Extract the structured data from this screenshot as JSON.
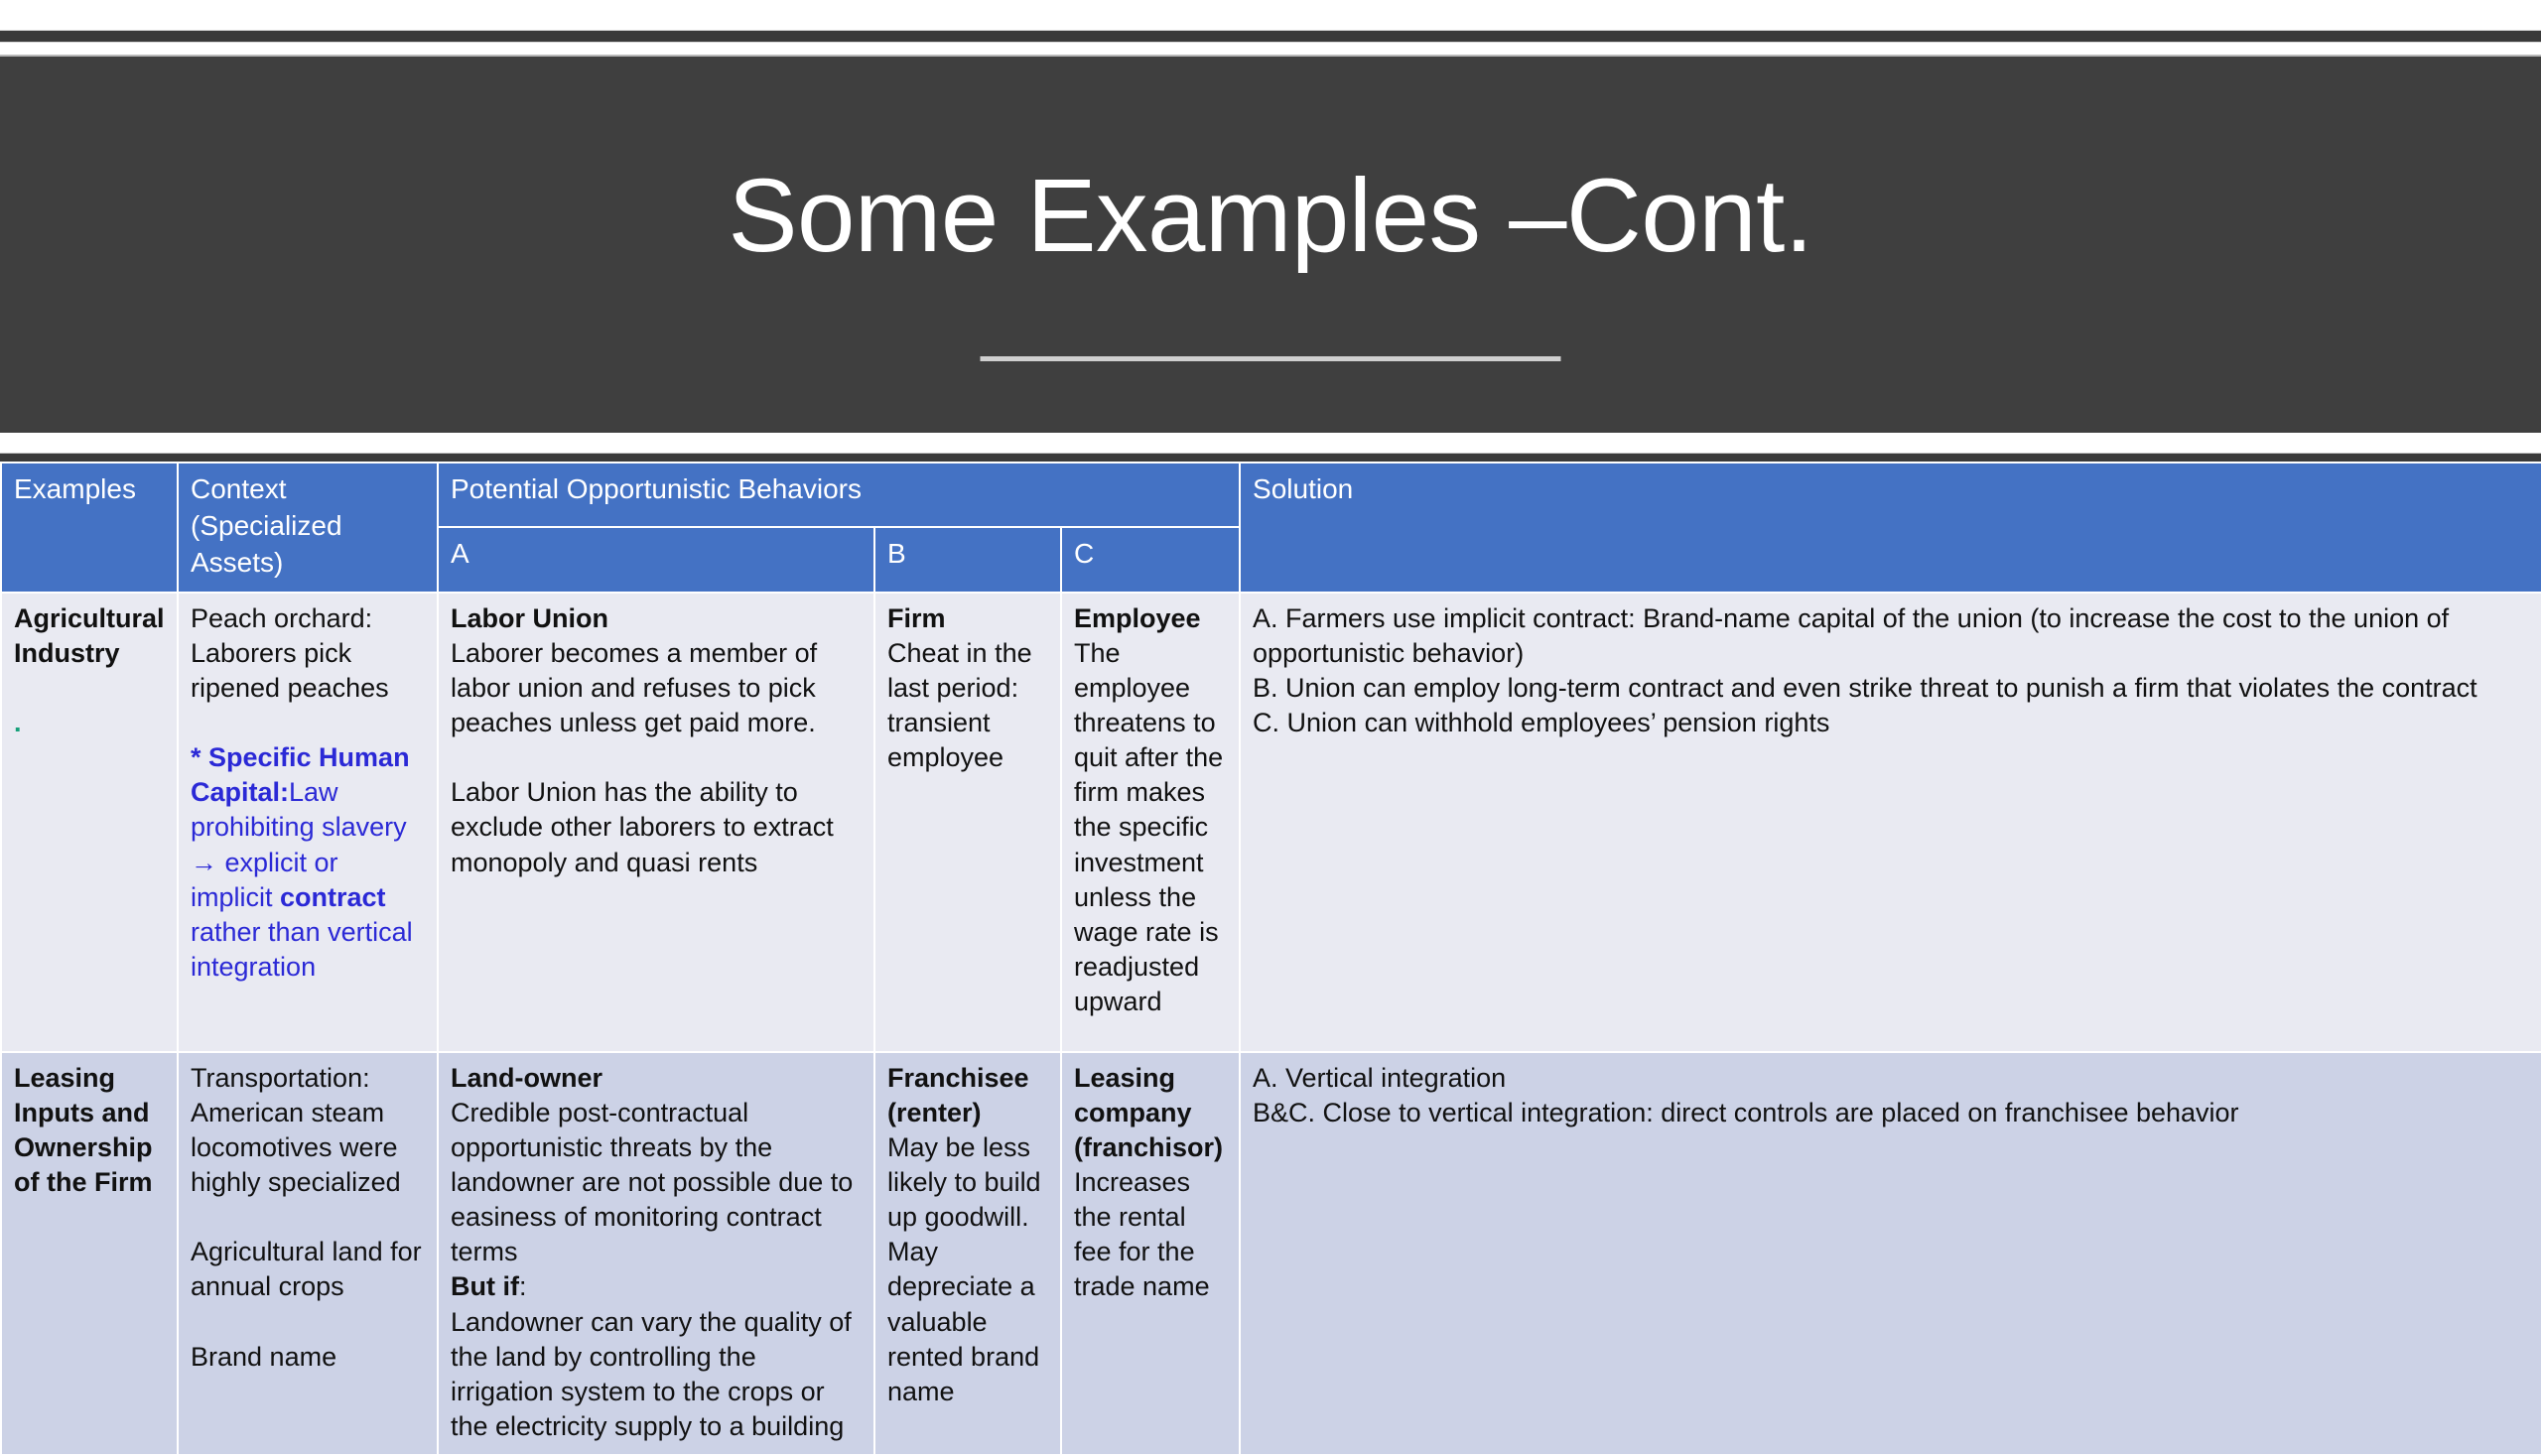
{
  "slide": {
    "title": "Some Examples –Cont."
  },
  "table": {
    "headers": {
      "examples": "Examples",
      "context_line1": "Context",
      "context_line2": "(Specialized Assets)",
      "behaviors_group": "Potential Opportunistic Behaviors",
      "sub_a": "A",
      "sub_b": "B",
      "sub_c": "C",
      "solution": "Solution"
    },
    "rows": [
      {
        "examples": "Agricultural Industry",
        "examples_marker": ".",
        "context": {
          "plain": "Peach orchard: Laborers pick ripened peaches",
          "blue_heading": "* Specific Human Capital:",
          "blue_body_1": "Law prohibiting slavery → explicit or implicit ",
          "blue_body_bold": "contract",
          "blue_body_2": " rather than vertical integration"
        },
        "a": {
          "title": "Labor Union",
          "para1": "Laborer becomes a member of labor union and refuses to pick peaches unless get paid more.",
          "para2": "Labor Union has the ability to exclude other laborers to extract monopoly and quasi rents"
        },
        "b": {
          "title": "Firm",
          "para1": "Cheat in the last period: transient employee"
        },
        "c": {
          "title": "Employee",
          "para1": "The employee threatens to quit after the firm makes the specific investment unless the wage rate is readjusted upward"
        },
        "solution": "A. Farmers use implicit contract: Brand-name capital of the union (to increase the cost to the union of opportunistic behavior)\nB. Union can employ long-term contract and even strike threat to punish a firm that violates the contract\nC. Union can withhold employees’ pension rights"
      },
      {
        "examples": "Leasing Inputs and Ownership of the Firm",
        "context": {
          "plain_1": "Transportation: American steam locomotives were highly specialized",
          "plain_2": "Agricultural land for annual crops",
          "plain_3": "Brand name"
        },
        "a": {
          "title": "Land-owner",
          "para1": "Credible post-contractual opportunistic threats by the landowner are not possible due to easiness of monitoring contract terms",
          "but_if": "But if",
          "but_if_colon": ":",
          "para2": "Landowner can vary the quality of the land by controlling the irrigation system to the crops or the electricity supply to a building"
        },
        "b": {
          "title": "Franchisee (renter)",
          "para1": "May be less likely to build up goodwill.",
          "para2": "May depreciate a valuable rented brand name"
        },
        "c": {
          "title": "Leasing company (franchisor)",
          "para1": "Increases the rental fee for the trade name"
        },
        "solution": "A. Vertical integration\nB&C. Close to vertical integration: direct controls are placed on franchisee behavior"
      }
    ]
  },
  "colors": {
    "header_blue": "#4472c4",
    "banner_dark": "#3f3f3f",
    "row1_bg": "#e9eaf2",
    "row2_bg": "#ccd2e6",
    "accent_blue_text": "#2b29d6"
  }
}
